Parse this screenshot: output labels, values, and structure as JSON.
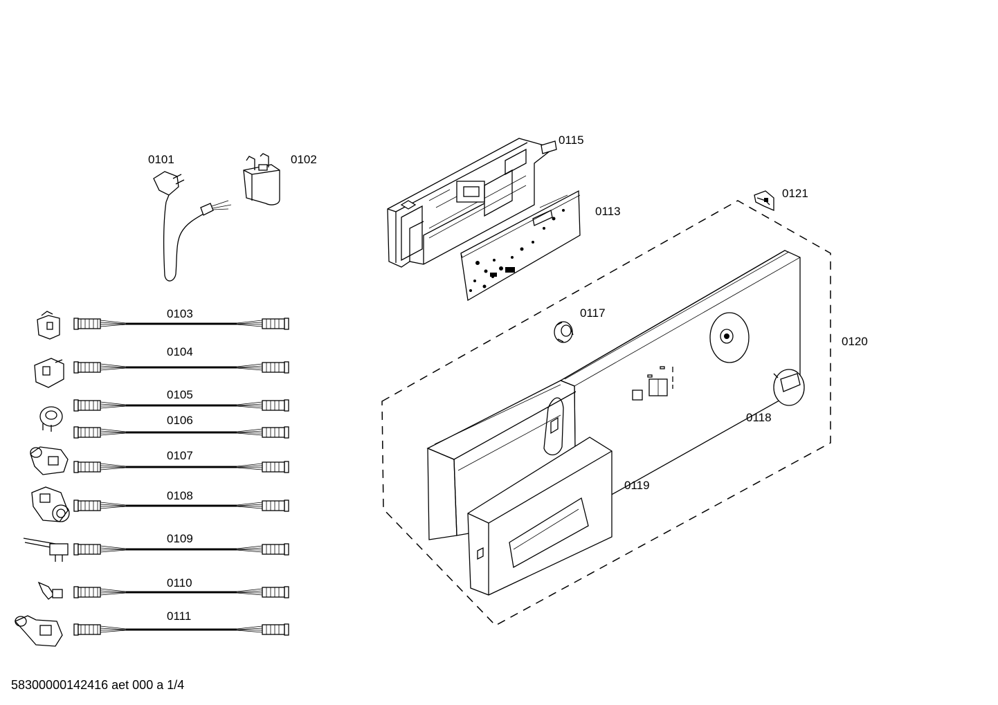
{
  "labels": {
    "p0101": "0101",
    "p0102": "0102",
    "p0103": "0103",
    "p0104": "0104",
    "p0105": "0105",
    "p0106": "0106",
    "p0107": "0107",
    "p0108": "0108",
    "p0109": "0109",
    "p0110": "0110",
    "p0111": "0111",
    "p0113": "0113",
    "p0115": "0115",
    "p0117": "0117",
    "p0118": "0118",
    "p0119": "0119",
    "p0120": "0120",
    "p0121": "0121"
  },
  "footer": "58300000142416 aet 000 a 1/4"
}
